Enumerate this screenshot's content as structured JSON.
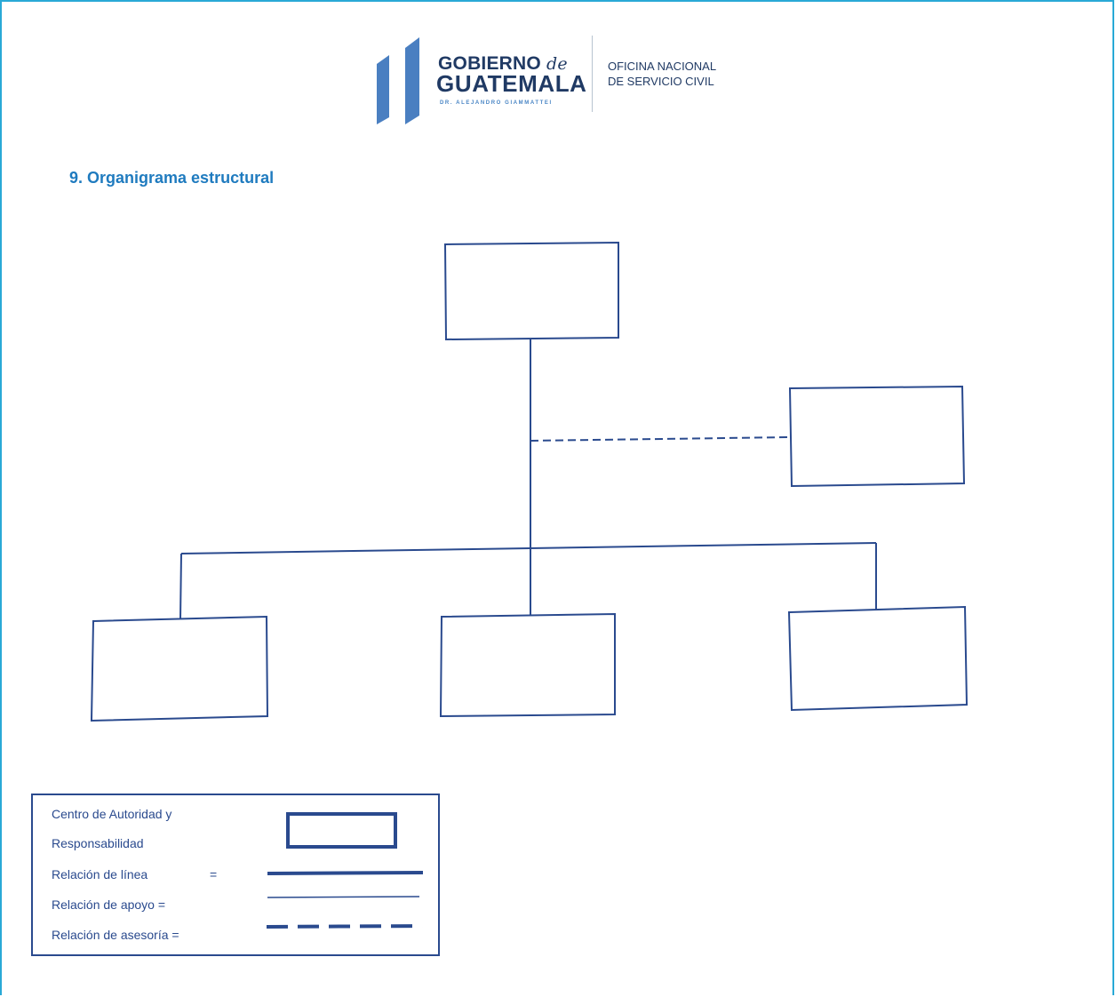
{
  "header": {
    "logo_line1": "GOBIERNO",
    "logo_line1_italic": "de",
    "logo_line2": "GUATEMALA",
    "logo_line3": "DR. ALEJANDRO GIAMMATTEI",
    "office_line1": "OFICINA NACIONAL",
    "office_line2": "DE SERVICIO CIVIL"
  },
  "section": {
    "title": "9. Organigrama estructural"
  },
  "legend": {
    "authority_line1": "Centro de Autoridad y",
    "authority_line2": "Responsabilidad",
    "line_relation": "Relación de línea",
    "line_relation_eq": "=",
    "support_relation": "Relación de apoyo =",
    "advisory_relation": "Relación de asesoría ="
  },
  "colors": {
    "frame": "#29a9d6",
    "title": "#1f7bbf",
    "diagram": "#2a4a8e",
    "logo_bars": "#4a7fc1",
    "logo_text": "#203a64"
  }
}
